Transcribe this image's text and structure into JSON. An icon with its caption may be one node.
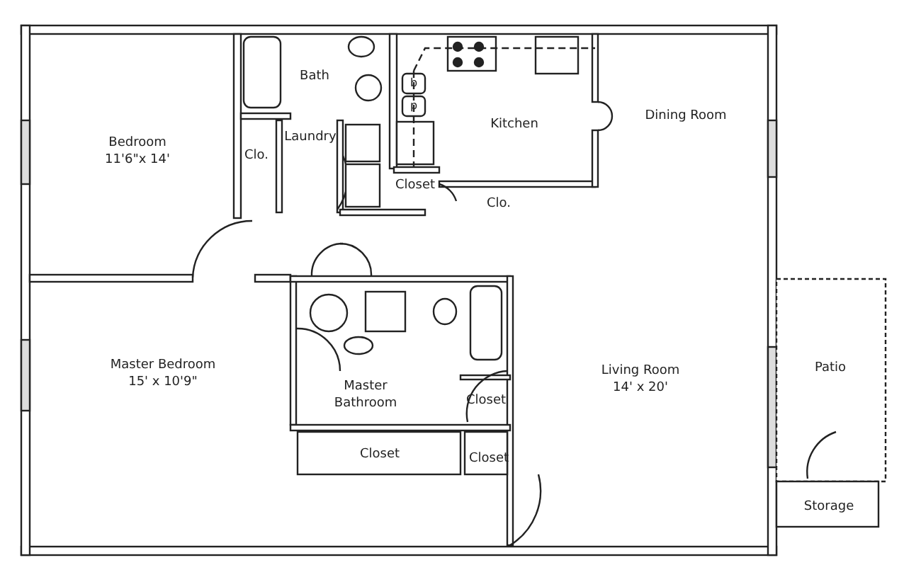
{
  "diagram": {
    "nodes": [
      {
        "text": [
          "Bedroom",
          "11'6\"x 14'"
        ]
      },
      {
        "text": [
          "Bath"
        ]
      },
      {
        "text": [
          "Clo."
        ]
      },
      {
        "text": [
          "Laundry"
        ]
      },
      {
        "text": [
          "Kitchen"
        ]
      },
      {
        "text": [
          "Dining Room"
        ]
      },
      {
        "text": [
          "Closet"
        ]
      },
      {
        "text": [
          "Clo."
        ]
      },
      {
        "text": [
          "Master Bedroom",
          "15' x 10'9\""
        ]
      },
      {
        "text": [
          "Master Bathroom"
        ]
      },
      {
        "text": [
          "Closet"
        ]
      },
      {
        "text": [
          "Closet"
        ]
      },
      {
        "text": [
          "Closet"
        ]
      },
      {
        "text": [
          "Living Room",
          "14' x 20'"
        ]
      },
      {
        "text": [
          "Patio"
        ]
      },
      {
        "text": [
          "Storage"
        ]
      }
    ],
    "labels": [
      "b",
      "p"
    ]
  }
}
